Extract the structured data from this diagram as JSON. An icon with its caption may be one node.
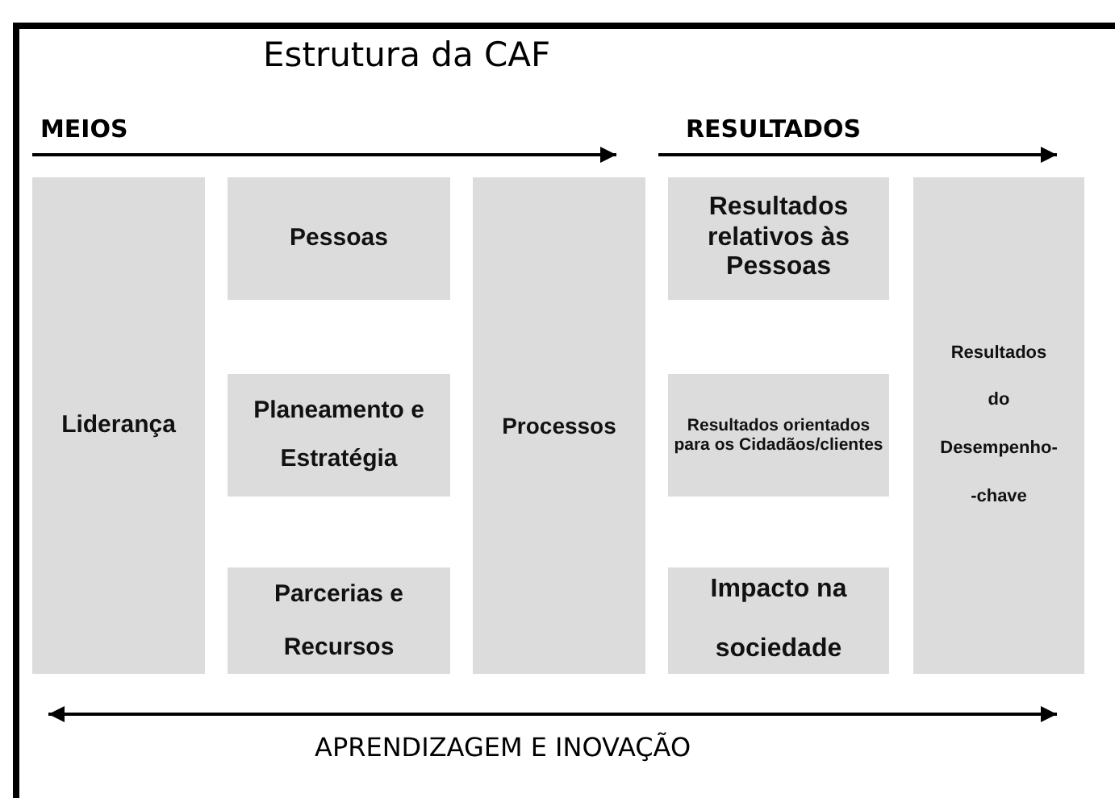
{
  "diagram": {
    "title": "Estrutura da CAF",
    "nodes": [
      {
        "text": [
          "Liderança"
        ]
      },
      {
        "text": [
          "Pessoas"
        ]
      },
      {
        "text": [
          "Planeamento e Estratégia"
        ]
      },
      {
        "text": [
          "Parcerias e Recursos"
        ]
      },
      {
        "text": [
          "Processos"
        ]
      },
      {
        "text": [
          "Resultados relativos às Pessoas"
        ]
      },
      {
        "text": [
          "Resultados orientados para os Cidadãos/clientes"
        ]
      },
      {
        "text": [
          "Impacto na sociedade"
        ]
      },
      {
        "text": [
          "Resultados do Desempenho- -chave"
        ]
      }
    ],
    "labels": [
      "MEIOS",
      "RESULTADOS",
      "APRENDIZAGEM E INOVAÇÃO"
    ]
  }
}
